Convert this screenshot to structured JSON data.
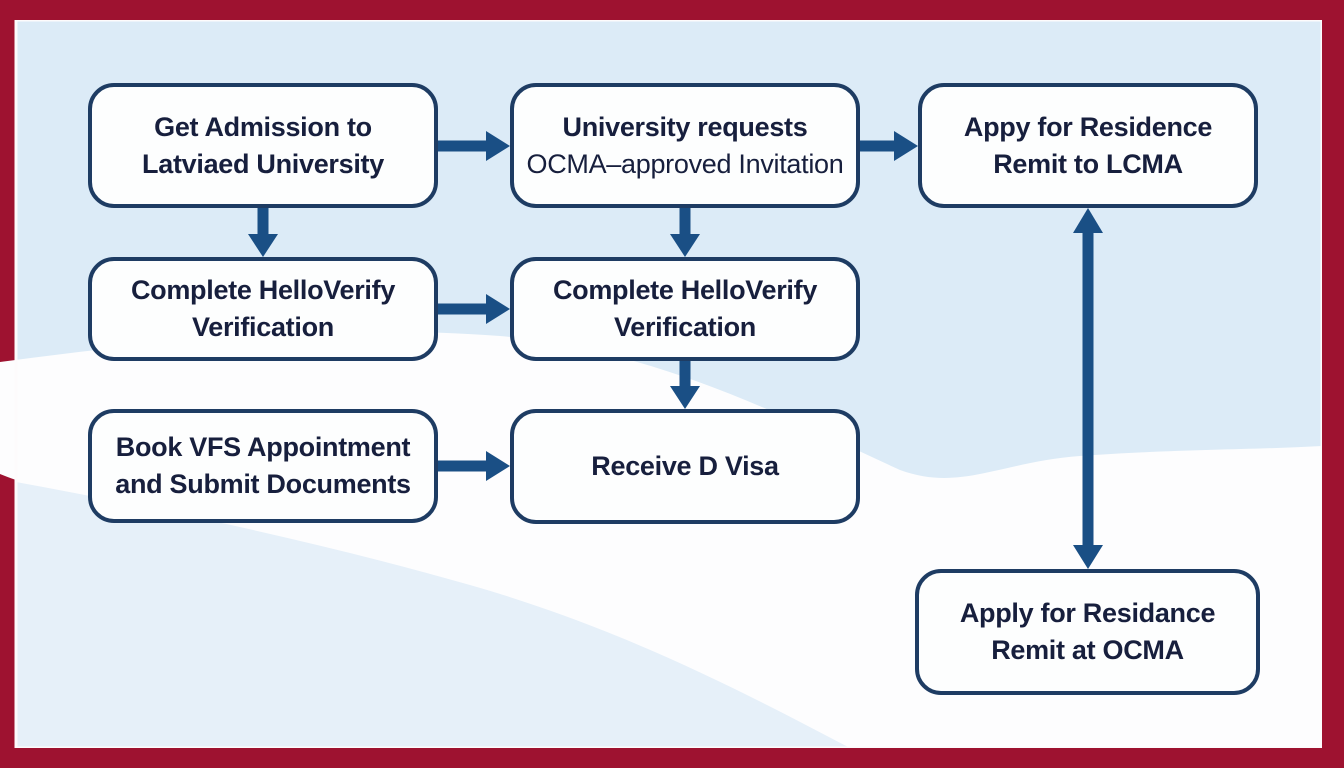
{
  "colors": {
    "frame_red": "#9e1230",
    "background_blue": "#dcebf7",
    "wave_white": "#fdfdfe",
    "bottom_blue": "#e6f0f9",
    "box_fill": "#fdfefe",
    "box_border": "#1e3c63",
    "text_navy": "#171f3d",
    "arrow_blue": "#1a4f85"
  },
  "flowchart": {
    "nodes": [
      {
        "id": "get-admission",
        "lines": [
          "Get Admission to",
          "Latviaed University"
        ]
      },
      {
        "id": "university-requests",
        "lines": [
          "University requests",
          "OCMA–approved Invitation"
        ]
      },
      {
        "id": "apply-residence-lcma",
        "lines": [
          "Appy for Residence",
          "Remit to LCMA"
        ]
      },
      {
        "id": "helloverify-left",
        "lines": [
          "Complete HelloVerify",
          "Verification"
        ]
      },
      {
        "id": "helloverify-middle",
        "lines": [
          "Complete HelloVerify",
          "Verification"
        ]
      },
      {
        "id": "book-vfs",
        "lines": [
          "Book VFS Appointment",
          "and Submit Documents"
        ]
      },
      {
        "id": "receive-d-visa",
        "lines": [
          "Receive D Visa"
        ]
      },
      {
        "id": "apply-residence-ocma",
        "lines": [
          "Apply for Residance",
          "Remit at OCMA"
        ]
      }
    ],
    "edges": [
      {
        "from": "get-admission",
        "to": "university-requests",
        "direction": "right",
        "style": "single"
      },
      {
        "from": "university-requests",
        "to": "apply-residence-lcma",
        "direction": "right",
        "style": "single"
      },
      {
        "from": "get-admission",
        "to": "helloverify-left",
        "direction": "down",
        "style": "single"
      },
      {
        "from": "university-requests",
        "to": "helloverify-middle",
        "direction": "down",
        "style": "single"
      },
      {
        "from": "helloverify-left",
        "to": "helloverify-middle",
        "direction": "right",
        "style": "single"
      },
      {
        "from": "helloverify-middle",
        "to": "receive-d-visa",
        "direction": "down",
        "style": "single"
      },
      {
        "from": "book-vfs",
        "to": "receive-d-visa",
        "direction": "right",
        "style": "single"
      },
      {
        "from": "apply-residence-lcma",
        "to": "apply-residence-ocma",
        "direction": "both",
        "style": "double"
      }
    ]
  }
}
